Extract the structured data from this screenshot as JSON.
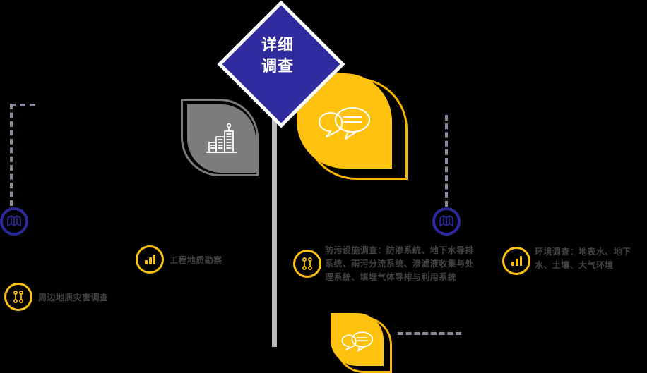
{
  "theme": {
    "background": "#000000",
    "diamond_fill": "#302ca0",
    "diamond_border": "#ffffff",
    "leaf_yellow": "#ffc20e",
    "leaf_yellow_outline": "#f8b500",
    "leaf_gray": "#7c7c7c",
    "pole_gray": "#b9b9b9",
    "badge_blue": "#2b2a9c",
    "dash_gray": "#8a8a9e",
    "caption_text": "#434343"
  },
  "diamond": {
    "label": "详细\n调查",
    "line1": "详细",
    "line2": "调查"
  },
  "leaves": [
    {
      "id": "gray-buildings",
      "icon": "city-buildings-icon",
      "color": "#7c7c7c"
    },
    {
      "id": "yellow-speech-large",
      "icon": "speech-bubbles-icon",
      "color": "#ffc20e"
    },
    {
      "id": "yellow-speech-small",
      "icon": "speech-bubbles-icon",
      "color": "#ffc20e"
    }
  ],
  "items": [
    {
      "id": "geological-hazard",
      "icon": "borehole-drill-icon",
      "badge_color": "#ffc20e",
      "text": "周边地质灾害调查"
    },
    {
      "id": "engineering-geology",
      "icon": "bar-chart-icon",
      "badge_color": "#ffc20e",
      "text": "工程地质勘察"
    },
    {
      "id": "pollution-control",
      "icon": "borehole-drill-icon",
      "badge_color": "#ffc20e",
      "text": "防污设施调查：防渗系统、地下水导排系统、雨污分流系统、渗滤液收集与处理系统、填埋气体导排与利用系统"
    },
    {
      "id": "environmental-survey",
      "icon": "bar-chart-icon",
      "badge_color": "#ffc20e",
      "text": "环境调查：地表水、地下水、土壤、大气环境"
    }
  ],
  "map_badges": [
    {
      "id": "map-badge-left",
      "icon": "open-book-map-icon",
      "color": "#2b2a9c"
    },
    {
      "id": "map-badge-right",
      "icon": "open-book-map-icon",
      "color": "#2b2a9c"
    }
  ]
}
